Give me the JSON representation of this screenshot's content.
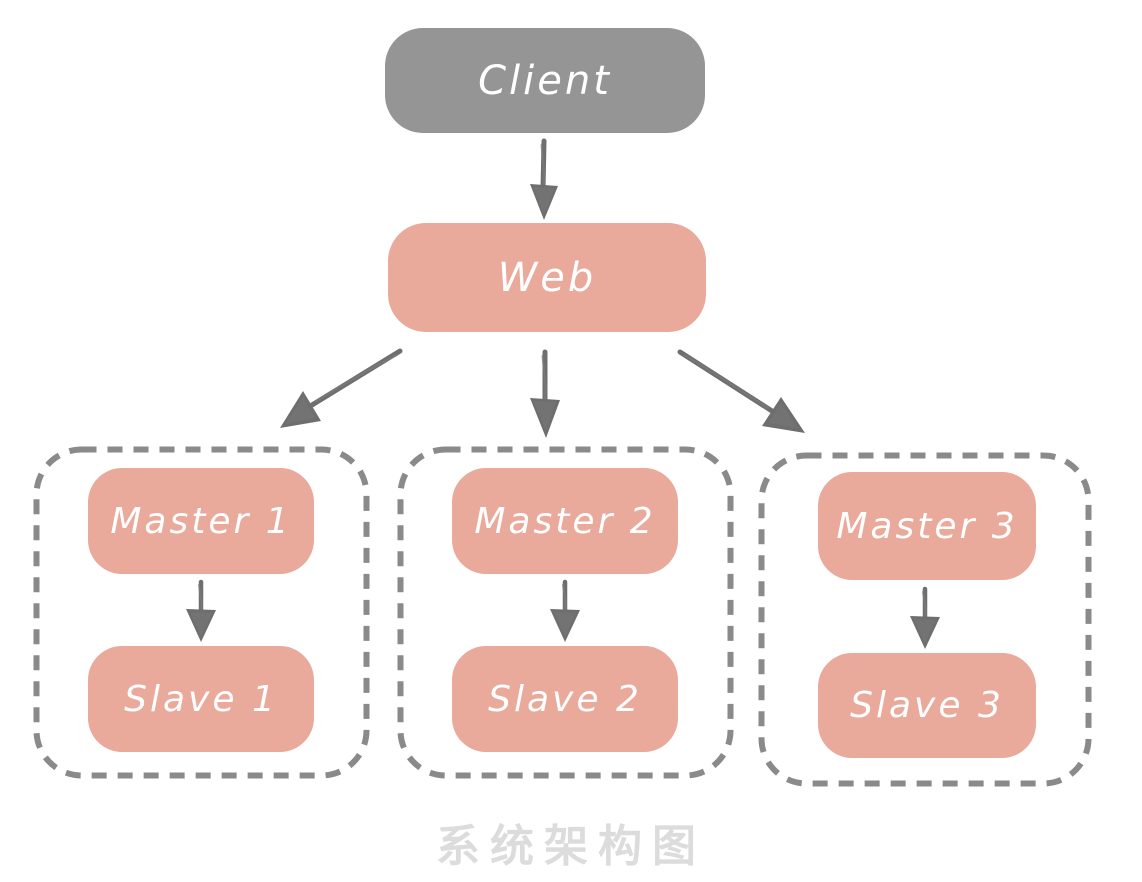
{
  "diagram": {
    "type": "architecture-flow",
    "caption": "系统架构图",
    "client": {
      "label": "Client"
    },
    "web": {
      "label": "Web"
    },
    "groups": [
      {
        "master_label": "Master 1",
        "slave_label": "Slave 1"
      },
      {
        "master_label": "Master 2",
        "slave_label": "Slave 2"
      },
      {
        "master_label": "Master 3",
        "slave_label": "Slave 3"
      }
    ],
    "edges": [
      {
        "from": "Client",
        "to": "Web"
      },
      {
        "from": "Web",
        "to": "Master 1"
      },
      {
        "from": "Web",
        "to": "Master 2"
      },
      {
        "from": "Web",
        "to": "Master 3"
      },
      {
        "from": "Master 1",
        "to": "Slave 1"
      },
      {
        "from": "Master 2",
        "to": "Slave 2"
      },
      {
        "from": "Master 3",
        "to": "Slave 3"
      }
    ],
    "colors": {
      "client_fill": "#959595",
      "service_fill": "#E9A99B",
      "node_text": "#FFFFFF",
      "arrow": "#6E6E6E",
      "group_border": "#8A8A8A",
      "caption_text": "#DCDCDC",
      "background": "#FFFFFF"
    }
  }
}
